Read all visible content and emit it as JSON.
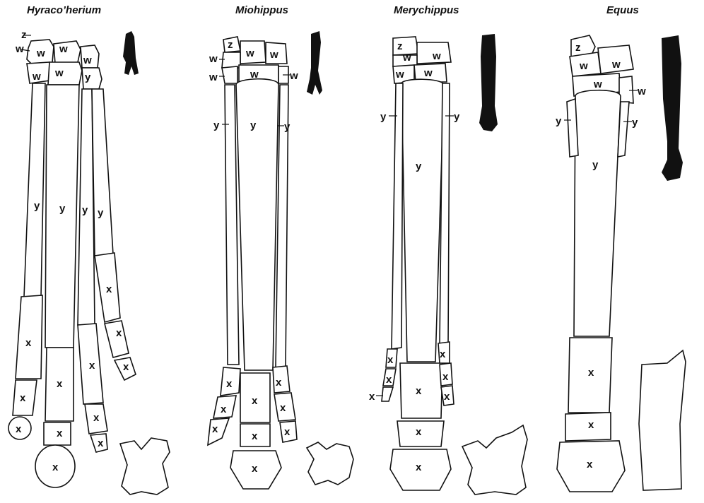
{
  "titles": {
    "hyracotherium": "Hyraco’herium",
    "miohippus": "Miohippus",
    "merychippus": "Merychippus",
    "equus": "Equus"
  },
  "labels": {
    "w": "w",
    "x": "x",
    "y": "y",
    "z": "z"
  },
  "colors": {
    "ink": "#111111",
    "paper": "#ffffff"
  }
}
